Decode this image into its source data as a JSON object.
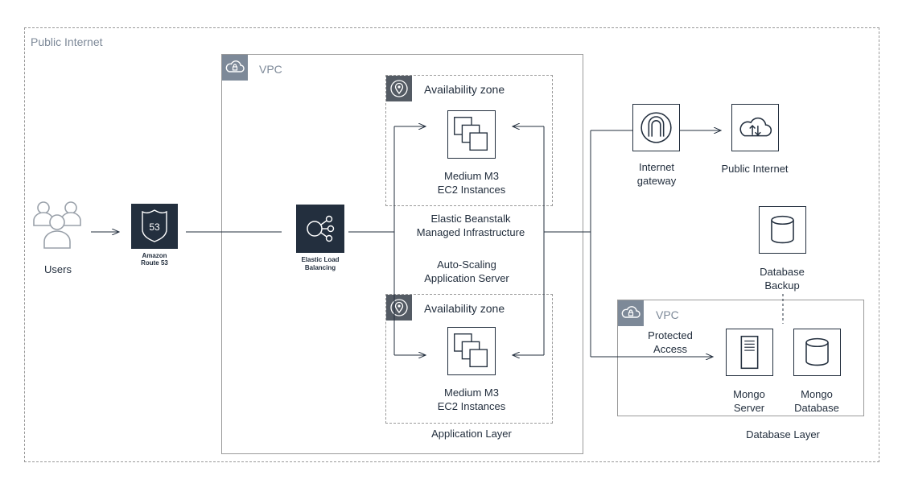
{
  "regions": {
    "public_internet": "Public Internet",
    "vpc_main": "VPC",
    "az_top": "Availability zone",
    "az_bottom": "Availability zone",
    "vpc_db": "VPC"
  },
  "nodes": {
    "users": "Users",
    "route53_line1": "Amazon",
    "route53_line2": "Route 53",
    "route53_badge": "53",
    "elb_line1": "Elastic Load",
    "elb_line2": "Balancing",
    "ec2_top_line1": "Medium M3",
    "ec2_top_line2": "EC2 Instances",
    "ec2_bottom_line1": "Medium M3",
    "ec2_bottom_line2": "EC2 Instances",
    "beanstalk_line1": "Elastic Beanstalk",
    "beanstalk_line2": "Managed Infrastructure",
    "autoscaling_line1": "Auto-Scaling",
    "autoscaling_line2": "Application Server",
    "internet_gateway_line1": "Internet",
    "internet_gateway_line2": "gateway",
    "public_internet_cloud": "Public Internet",
    "db_backup_line1": "Database",
    "db_backup_line2": "Backup",
    "protected_access_line1": "Protected",
    "protected_access_line2": "Access",
    "mongo_server_line1": "Mongo",
    "mongo_server_line2": "Server",
    "mongo_db_line1": "Mongo",
    "mongo_db_line2": "Database"
  },
  "layers": {
    "application": "Application Layer",
    "database": "Database Layer"
  },
  "icons": [
    "users-icon",
    "route53-icon",
    "elb-icon",
    "ec2-instances-icon",
    "internet-gateway-icon",
    "cloud-icon",
    "database-icon",
    "server-icon",
    "cloud-lock-icon",
    "location-pin-icon"
  ],
  "colors": {
    "dark": "#232f3e",
    "border": "#9a9a9a",
    "tag": "#7d8998",
    "tag_dark": "#545b64"
  }
}
